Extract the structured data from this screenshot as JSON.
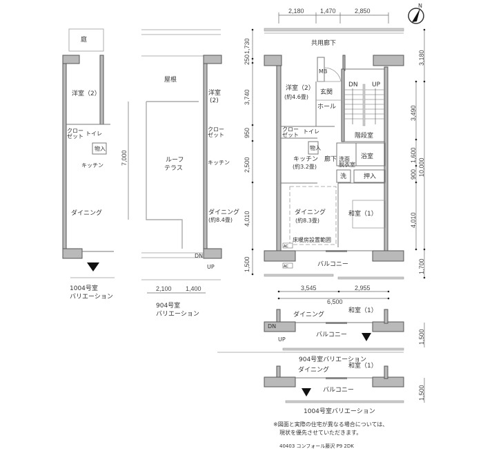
{
  "main_plan": {
    "top_dims": [
      "2,180",
      "1,470",
      "2,850"
    ],
    "left_dims": [
      "1,730",
      "250",
      "3,740",
      "950",
      "2,500",
      "4,010",
      "1,500"
    ],
    "right_dims": [
      "3,180",
      "3,490",
      "1,600",
      "900",
      "4,010",
      "1,700"
    ],
    "right_total": "10,000",
    "bottom_dims": [
      "3,545",
      "2,955"
    ],
    "bottom_total": "6,500",
    "rooms": {
      "corridor": "共用廊下",
      "western_room": "洋室（2）",
      "western_room_size": "(約4.6畳)",
      "entrance": "玄関",
      "hall": "ホール",
      "stairwell": "階段室",
      "stair_dn": "DN",
      "stair_up": "UP",
      "closet": "クロー\nゼット",
      "closet_l1": "クロー",
      "closet_l2": "ゼット",
      "toilet": "トイレ",
      "storage": "物入",
      "kitchen": "キッチン",
      "kitchen_size": "(約3.2畳)",
      "hallway": "廊下",
      "washroom_l1": "洗面",
      "washroom_l2": "脱衣室",
      "bath": "浴室",
      "washer": "洗",
      "oshiire": "押入",
      "dining": "ダイニング",
      "dining_size": "(約8.3畳)",
      "floor_heating": "床暖房設置範囲",
      "japanese_room": "和室（1）",
      "balcony": "バルコニー",
      "ac": "AC",
      "mb": "MB"
    }
  },
  "variation_1004_left": {
    "garden": "庭",
    "western_room": "洋室（2）",
    "closet_l1": "クロー",
    "closet_l2": "ゼット",
    "toilet": "トイレ",
    "storage": "物入",
    "kitchen": "キッチン",
    "dining": "ダイニング",
    "caption_l1": "1004号室",
    "caption_l2": "バリエーション"
  },
  "variation_904_left": {
    "roof": "屋根",
    "roof_terrace_l1": "ルーフ",
    "roof_terrace_l2": "テラス",
    "western_room_l1": "洋室",
    "western_room_l2": "(2)",
    "closet_l1": "クロー",
    "closet_l2": "ゼット",
    "kitchen": "キッチン",
    "dining": "ダイニング",
    "dining_size": "(約8.4畳)",
    "dim_height": "7,000",
    "dims": [
      "2,100",
      "1,400"
    ],
    "dn": "DN",
    "up": "UP",
    "caption_l1": "904号室",
    "caption_l2": "バリエーション"
  },
  "variation_904_balcony": {
    "dining": "ダイニング",
    "japanese_room": "和室（1）",
    "balcony": "バルコニー",
    "dn": "DN",
    "up": "UP",
    "dim": "1,500",
    "caption": "904号室バリエーション"
  },
  "variation_1004_balcony": {
    "dining": "ダイニング",
    "japanese_room": "和室（1）",
    "balcony": "バルコニー",
    "dim": "1,500",
    "caption": "1004号室バリエーション"
  },
  "notes": {
    "line1": "※図面と実際の住宅が異なる場合については、",
    "line2": "現状を優先させていただきます。",
    "footer": "40403 コンフォール藤沢 P9 2DK"
  },
  "compass": {
    "label": "N"
  }
}
